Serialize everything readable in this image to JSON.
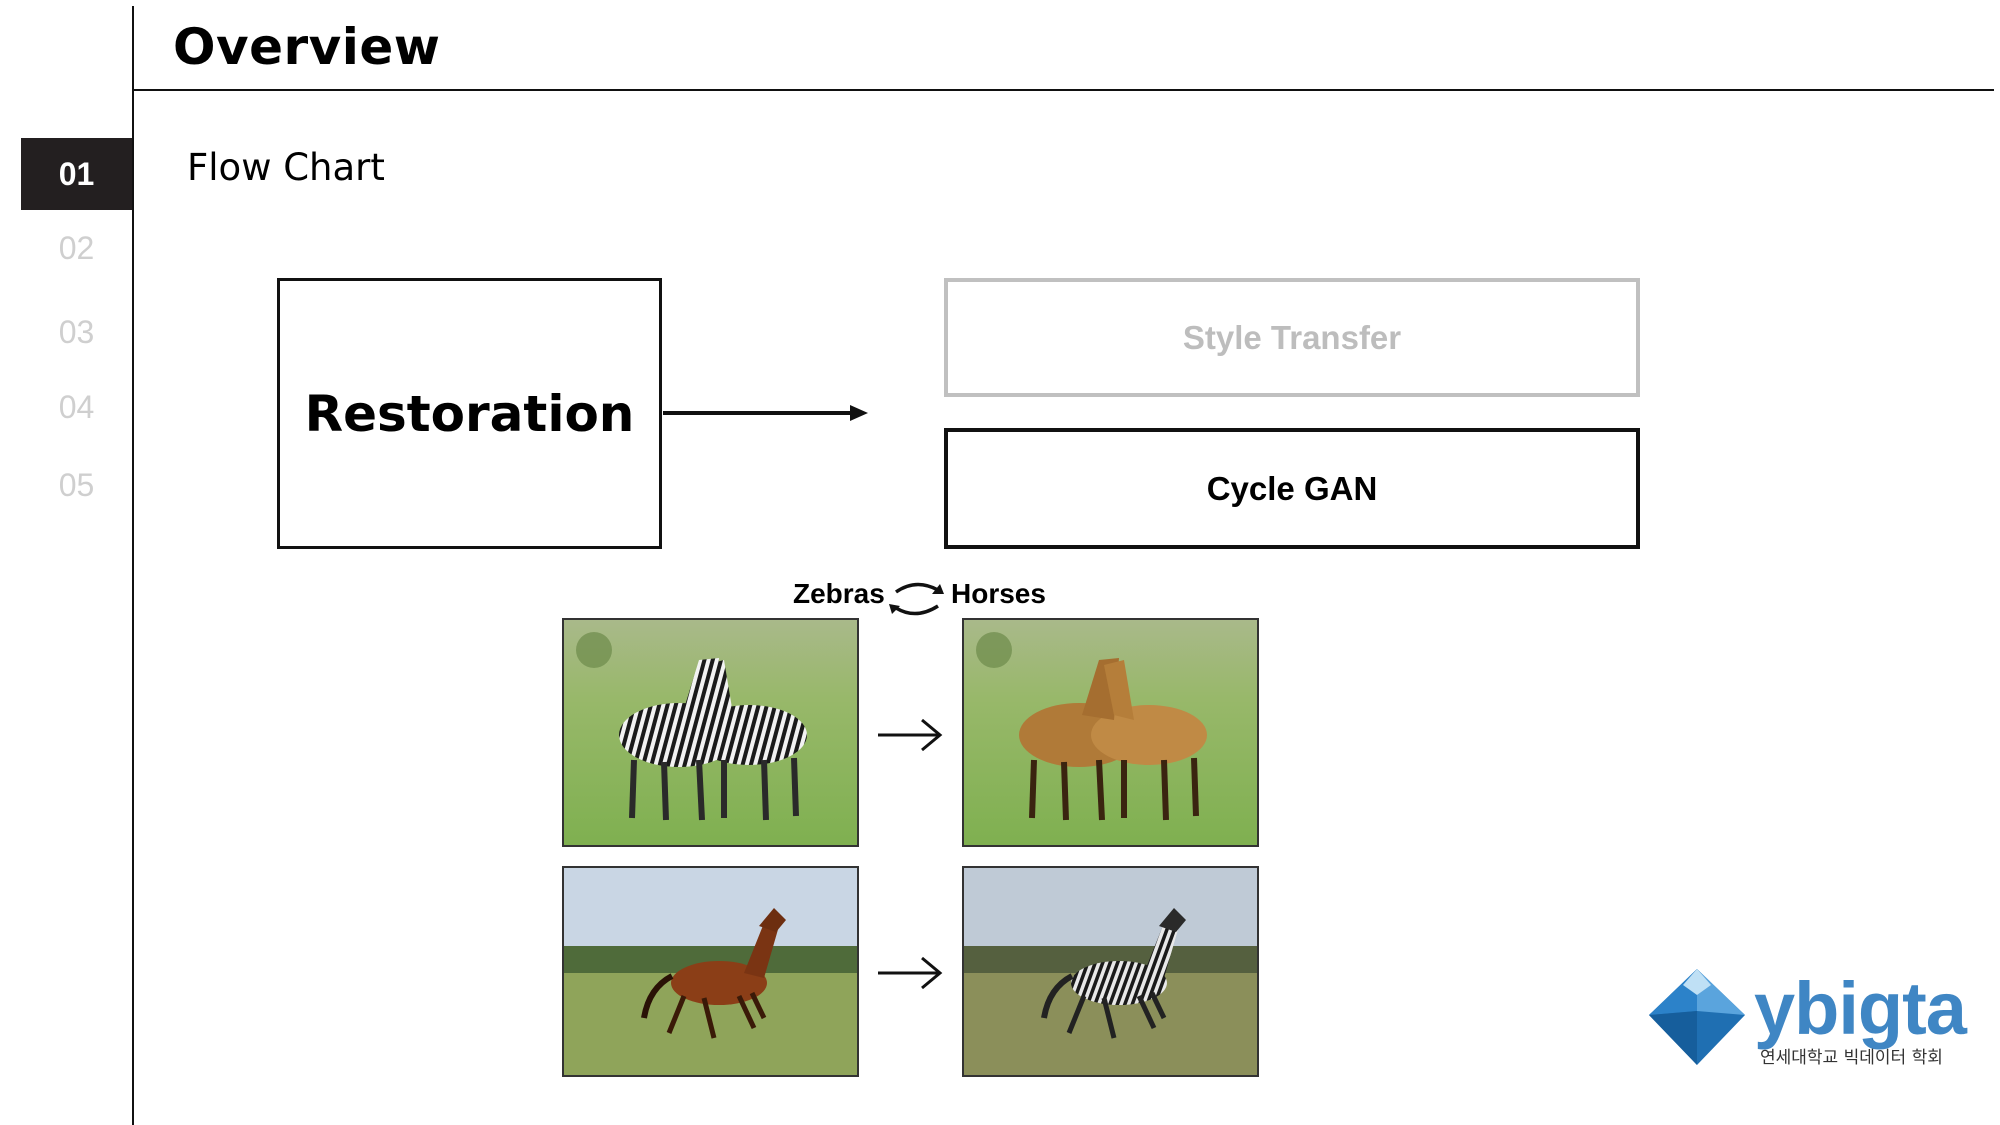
{
  "header": {
    "title": "Overview"
  },
  "sidebar": {
    "items": [
      {
        "label": "01",
        "active": true
      },
      {
        "label": "02",
        "active": false
      },
      {
        "label": "03",
        "active": false
      },
      {
        "label": "04",
        "active": false
      },
      {
        "label": "05",
        "active": false
      }
    ]
  },
  "section": {
    "subtitle": "Flow Chart"
  },
  "flow": {
    "restoration": "Restoration",
    "style_transfer": "Style Transfer",
    "cycle_gan": "Cycle GAN"
  },
  "figure": {
    "label_left": "Zebras",
    "label_right": "Horses",
    "photos": [
      {
        "name": "zebras-original",
        "subject": "two zebras on grassland"
      },
      {
        "name": "zebras-to-horses-result",
        "subject": "two brown horses on grassland"
      },
      {
        "name": "horse-original",
        "subject": "galloping brown horse in field"
      },
      {
        "name": "horse-to-zebra-result",
        "subject": "galloping zebra in field"
      }
    ]
  },
  "logo": {
    "name": "ybigta",
    "subtitle": "연세대학교 빅데이터 학회"
  },
  "colors": {
    "active_nav_bg": "#231f20",
    "inactive_nav_text": "#cfcfcf",
    "style_transfer_border": "#c0c0c0",
    "logo_blue": "#3f86c4"
  }
}
